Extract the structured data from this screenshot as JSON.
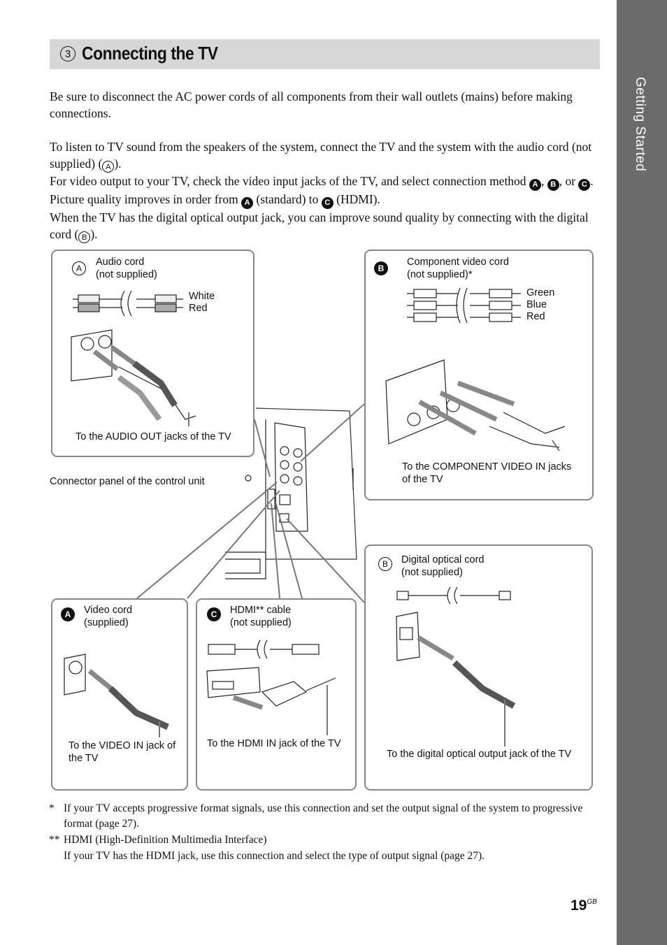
{
  "sidebar": {
    "label": "Getting Started"
  },
  "heading": {
    "number": "3",
    "title": "Connecting the TV"
  },
  "intro": {
    "p1": "Be sure to disconnect the AC power cords of all components from their wall outlets (mains) before making connections.",
    "p2_a": "To listen to TV sound from the speakers of the system, connect the TV and the system with the audio cord (not supplied) (",
    "p2_b": ").",
    "p3_a": "For video output to your TV, check the video input jacks of the TV, and select connection method ",
    "p3_b": ", ",
    "p3_c": ", or ",
    "p3_d": ". Picture quality improves in order from ",
    "p3_e": " (standard) to ",
    "p3_f": " (HDMI).",
    "p4_a": "When the TV has the digital optical output jack, you can improve sound quality by connecting with the digital cord (",
    "p4_b": ")."
  },
  "markers": {
    "A": "A",
    "B": "B",
    "C": "C"
  },
  "panels": {
    "audio": {
      "title1": "Audio cord",
      "title2": "(not supplied)",
      "white": "White",
      "red": "Red",
      "caption": "To the AUDIO OUT jacks of the TV"
    },
    "component": {
      "title1": "Component video cord",
      "title2": "(not supplied)*",
      "green": "Green",
      "blue": "Blue",
      "red": "Red",
      "caption1": "To the COMPONENT VIDEO IN jacks",
      "caption2": "of the TV"
    },
    "control_unit": {
      "caption": "Connector panel of the control unit"
    },
    "optical": {
      "title1": "Digital optical cord",
      "title2": "(not supplied)",
      "caption": "To the digital optical output jack of the TV"
    },
    "video": {
      "title1": "Video cord",
      "title2": "(supplied)",
      "caption1": "To the VIDEO IN jack of",
      "caption2": "the TV"
    },
    "hdmi": {
      "title1": "HDMI** cable",
      "title2": "(not supplied)",
      "caption": "To the HDMI IN jack of the TV"
    }
  },
  "footnotes": [
    {
      "mark": "*",
      "text": "If your TV accepts progressive format signals, use this connection and set the output signal of the system to progressive format (page 27)."
    },
    {
      "mark": "**",
      "text": "HDMI (High-Definition Multimedia Interface)"
    },
    {
      "mark": "",
      "text": "If your TV has the HDMI jack, use this connection and select the type of output signal (page 27)."
    }
  ],
  "page": {
    "number": "19",
    "suffix": "GB"
  },
  "colors": {
    "sidebar": "#6b6b6b",
    "title_bar": "#d7d7d7",
    "panel_border": "#888888"
  }
}
